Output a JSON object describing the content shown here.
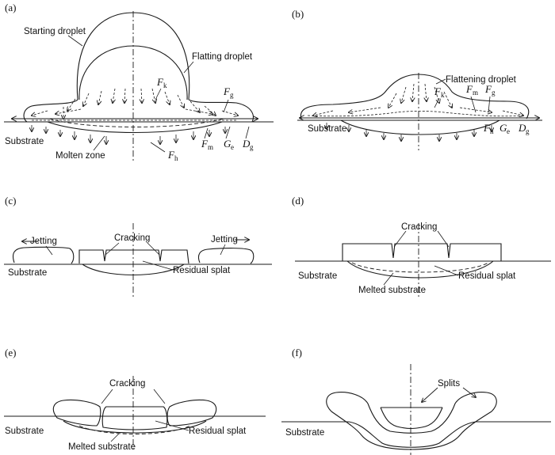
{
  "panels": {
    "a": {
      "label": "(a)",
      "starting_droplet": "Starting droplet",
      "flatting_droplet": "Flatting droplet",
      "substrate": "Substrate",
      "molten_zone": "Molten zone",
      "forces": {
        "Fk": {
          "main": "F",
          "sub": "k"
        },
        "Fg": {
          "main": "F",
          "sub": "g"
        },
        "Fm": {
          "main": "F",
          "sub": "m"
        },
        "Ge": {
          "main": "G",
          "sub": "e"
        },
        "Dg": {
          "main": "D",
          "sub": "g"
        },
        "Fh": {
          "main": "F",
          "sub": "h"
        }
      }
    },
    "b": {
      "label": "(b)",
      "flattening_droplet": "Flattening droplet",
      "substrate": "Substrate",
      "forces": {
        "Fk": {
          "main": "F",
          "sub": "k"
        },
        "Fm": {
          "main": "F",
          "sub": "m"
        },
        "Fg": {
          "main": "F",
          "sub": "g"
        },
        "Fh": {
          "main": "F",
          "sub": "h"
        },
        "Ge": {
          "main": "G",
          "sub": "e"
        },
        "Dg": {
          "main": "D",
          "sub": "g"
        }
      }
    },
    "c": {
      "label": "(c)",
      "jetting_left": "Jetting",
      "jetting_right": "Jetting",
      "cracking": "Cracking",
      "substrate": "Substrate",
      "residual_splat": "Residual splat"
    },
    "d": {
      "label": "(d)",
      "cracking": "Cracking",
      "substrate": "Substrate",
      "residual_splat": "Residual splat",
      "melted_substrate": "Melted substrate"
    },
    "e": {
      "label": "(e)",
      "cracking": "Cracking",
      "substrate": "Substrate",
      "residual_splat": "Residual splat",
      "melted_substrate": "Melted substrate"
    },
    "f": {
      "label": "(f)",
      "splits": "Splits",
      "substrate": "Substrate"
    }
  }
}
